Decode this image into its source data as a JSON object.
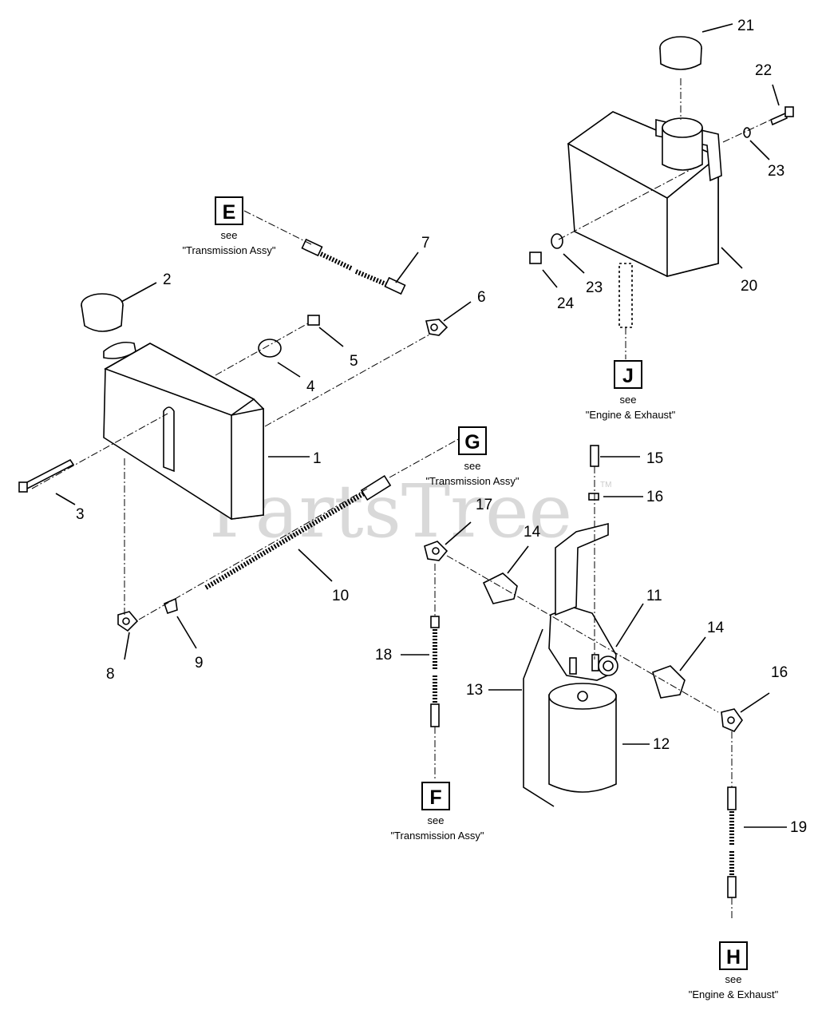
{
  "watermark": "PartsTree",
  "watermark_tm": "TM",
  "see_text": "see",
  "refs": {
    "E": {
      "letter": "E",
      "label": "\"Transmission Assy\""
    },
    "G": {
      "letter": "G",
      "label": "\"Transmission Assy\""
    },
    "J": {
      "letter": "J",
      "label": "\"Engine & Exhaust\""
    },
    "F": {
      "letter": "F",
      "label": "\"Transmission Assy\""
    },
    "H": {
      "letter": "H",
      "label": "\"Engine & Exhaust\""
    }
  },
  "callouts": {
    "c1": "1",
    "c2": "2",
    "c3": "3",
    "c4": "4",
    "c5": "5",
    "c6": "6",
    "c7": "7",
    "c8": "8",
    "c9": "9",
    "c10": "10",
    "c11": "11",
    "c12": "12",
    "c13": "13",
    "c14a": "14",
    "c14b": "14",
    "c15": "15",
    "c16a": "16",
    "c16b": "16",
    "c17": "17",
    "c18": "18",
    "c19": "19",
    "c20": "20",
    "c21": "21",
    "c22": "22",
    "c23a": "23",
    "c23b": "23",
    "c24": "24"
  }
}
